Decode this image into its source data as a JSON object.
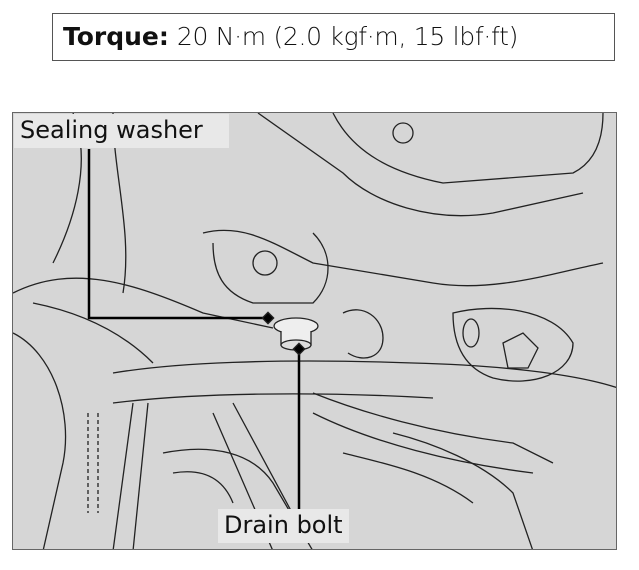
{
  "torque": {
    "label": "Torque:",
    "value": "20 N·m (2.0 kgf·m, 15 lbf·ft)"
  },
  "figure": {
    "callouts": {
      "sealing_washer": "Sealing washer",
      "drain_bolt": "Drain bolt"
    }
  }
}
